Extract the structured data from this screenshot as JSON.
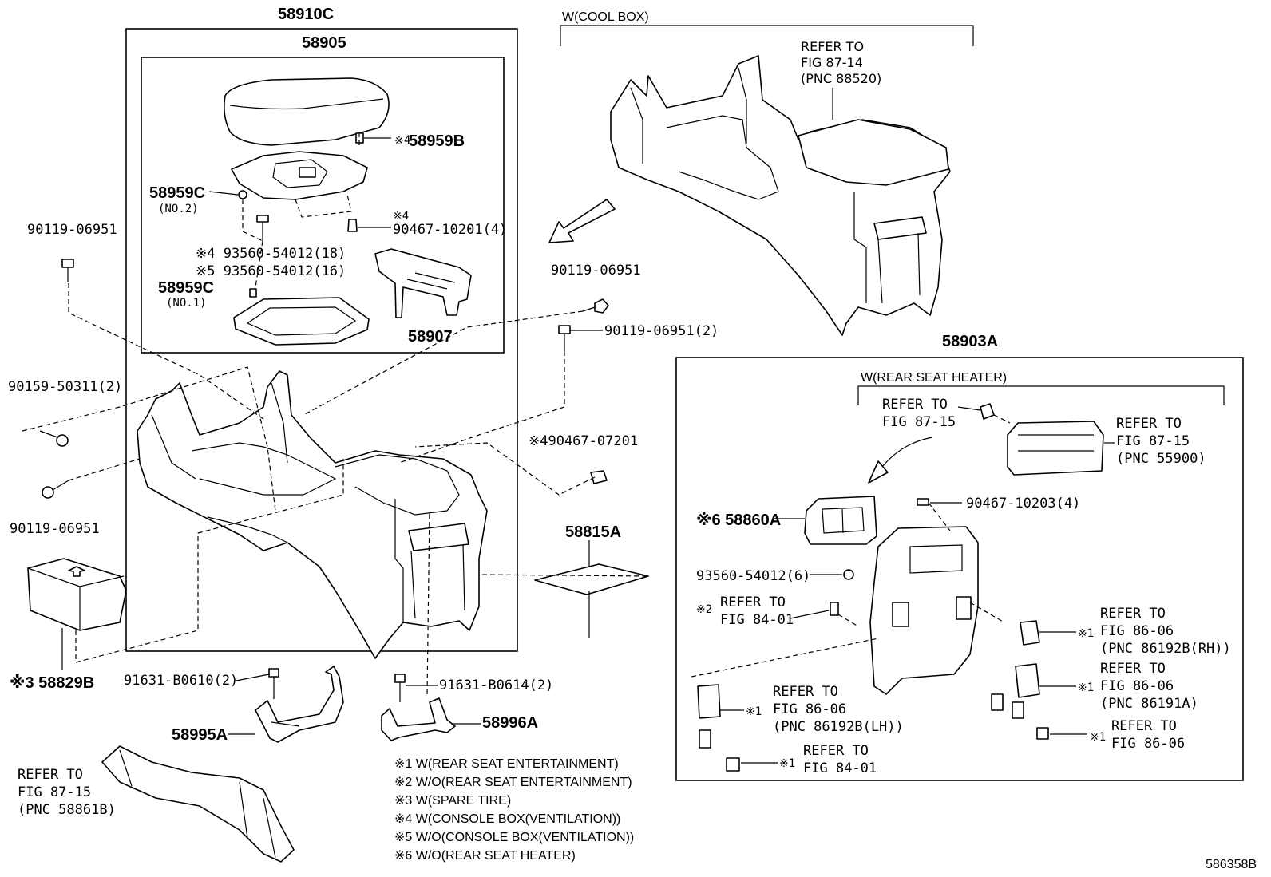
{
  "figure_id": "586358B",
  "assembly": {
    "top": "58910C",
    "sub": "58905"
  },
  "cool_box": {
    "bracket": "W(COOL BOX)",
    "refer_l1": "REFER TO",
    "refer_l2": "FIG 87-14",
    "refer_l3": "(PNC 88520)"
  },
  "right_assembly": "58903A",
  "rear_seat_heater": "W(REAR SEAT HEATER)",
  "mark": "※",
  "labels": {
    "p58959B": "58959B",
    "m4a": "4",
    "p58959C_1": "58959C",
    "no2": "(NO.2)",
    "m4b": "※4",
    "p90467_10201": "90467-10201(4)",
    "p93560_18": "※4 93560-54012(18)",
    "p93560_16": "※5 93560-54012(16)",
    "p58959C_2": "58959C",
    "no1": "(NO.1)",
    "p58907": "58907",
    "p90119_a": "90119-06951",
    "p90119_b": "90119-06951",
    "p90119_c": "90119-06951(2)",
    "p90119_d": "90119-06951",
    "p90159": "90159-50311(2)",
    "p90467_07201": "※490467-07201",
    "p58815A": "58815A",
    "p58829B": "※3 58829B",
    "p91631_0610": "91631-B0610(2)",
    "p91631_0614": "91631-B0614(2)",
    "p58995A": "58995A",
    "p58996A": "58996A",
    "duct_l1": "REFER TO",
    "duct_l2": "FIG 87-15",
    "duct_l3": "(PNC 58861B)"
  },
  "right": {
    "r1_l1": "REFER TO",
    "r1_l2": "FIG 87-15",
    "r2_l1": "REFER TO",
    "r2_l2": "FIG 87-15",
    "r2_l3": "(PNC 55900)",
    "p58860A": "※6 58860A",
    "p90467_10203": "90467-10203(4)",
    "p93560_6": "93560-54012(6)",
    "r3_m": "※2",
    "r3_l1": "REFER TO",
    "r3_l2": "FIG 84-01",
    "r4_m": "※1",
    "r4_l1": "REFER TO",
    "r4_l2": "FIG 86-06",
    "r4_l3": "(PNC 86192B(RH))",
    "r5_m": "※1",
    "r5_l1": "REFER TO",
    "r5_l2": "FIG 86-06",
    "r5_l3": "(PNC 86191A)",
    "r6_m": "※1",
    "r6_l1": "REFER TO",
    "r6_l2": "FIG 86-06",
    "r6_l3": "(PNC 86192B(LH))",
    "r7_m": "※1",
    "r7_l1": "REFER TO",
    "r7_l2": "FIG 86-06",
    "r8_m": "※1",
    "r8_l1": "REFER TO",
    "r8_l2": "FIG 84-01"
  },
  "notes": [
    "※1 W(REAR SEAT ENTERTAINMENT)",
    "※2 W/O(REAR SEAT ENTERTAINMENT)",
    "※3 W(SPARE TIRE)",
    "※4 W(CONSOLE BOX(VENTILATION))",
    "※5 W/O(CONSOLE BOX(VENTILATION))",
    "※6 W/O(REAR SEAT HEATER)"
  ]
}
